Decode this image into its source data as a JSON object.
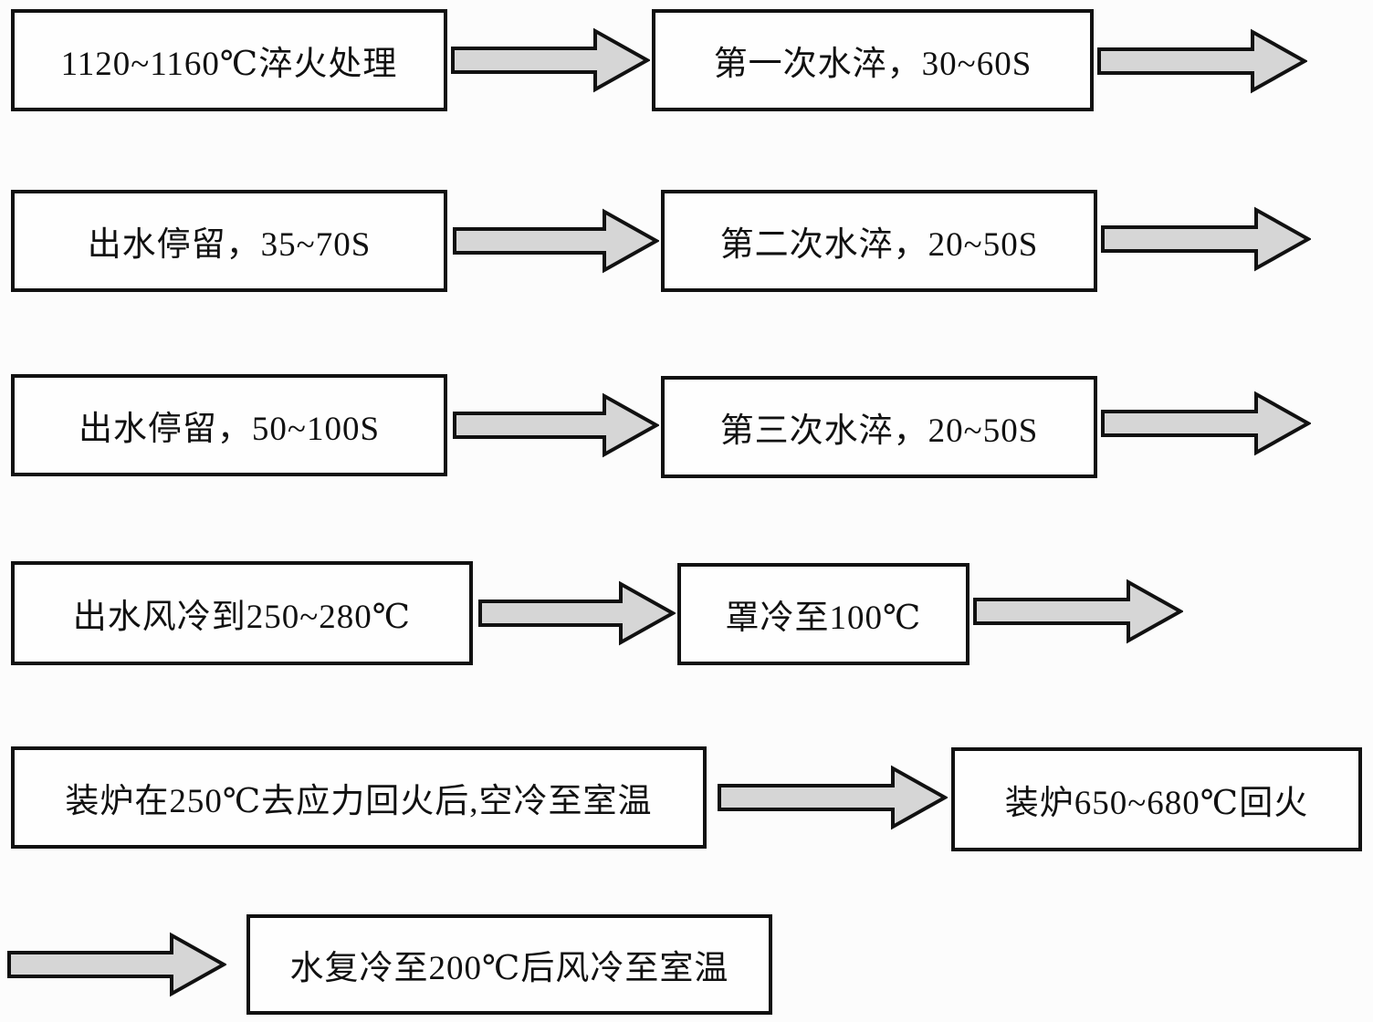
{
  "diagram": {
    "type": "flowchart",
    "language": "zh-CN",
    "colors": {
      "box_border": "#111111",
      "box_fill": "#fefefe",
      "arrow_fill": "#d6d6d6",
      "arrow_outline": "#111111",
      "background": "#fcfcfc"
    },
    "nodes": [
      {
        "id": "step1",
        "label": "1120~1160℃淬火处理"
      },
      {
        "id": "step2",
        "label": "第一次水淬，30~60S"
      },
      {
        "id": "step3",
        "label": "出水停留，35~70S"
      },
      {
        "id": "step4",
        "label": "第二次水淬，20~50S"
      },
      {
        "id": "step5",
        "label": "出水停留，50~100S"
      },
      {
        "id": "step6",
        "label": "第三次水淬，20~50S"
      },
      {
        "id": "step7",
        "label": "出水风冷到250~280℃"
      },
      {
        "id": "step8",
        "label": "罩冷至100℃"
      },
      {
        "id": "step9",
        "label": "装炉在250℃去应力回火后,空冷至室温"
      },
      {
        "id": "step10",
        "label": "装炉650~680℃回火"
      },
      {
        "id": "step11",
        "label": "水复冷至200℃后风冷至室温"
      }
    ],
    "edges": [
      {
        "from": "step1",
        "to": "step2"
      },
      {
        "from": "step2",
        "to": "step3"
      },
      {
        "from": "step3",
        "to": "step4"
      },
      {
        "from": "step4",
        "to": "step5"
      },
      {
        "from": "step5",
        "to": "step6"
      },
      {
        "from": "step6",
        "to": "step7"
      },
      {
        "from": "step7",
        "to": "step8"
      },
      {
        "from": "step8",
        "to": "step9"
      },
      {
        "from": "step9",
        "to": "step10"
      },
      {
        "from": "step10",
        "to": "step11"
      }
    ]
  }
}
